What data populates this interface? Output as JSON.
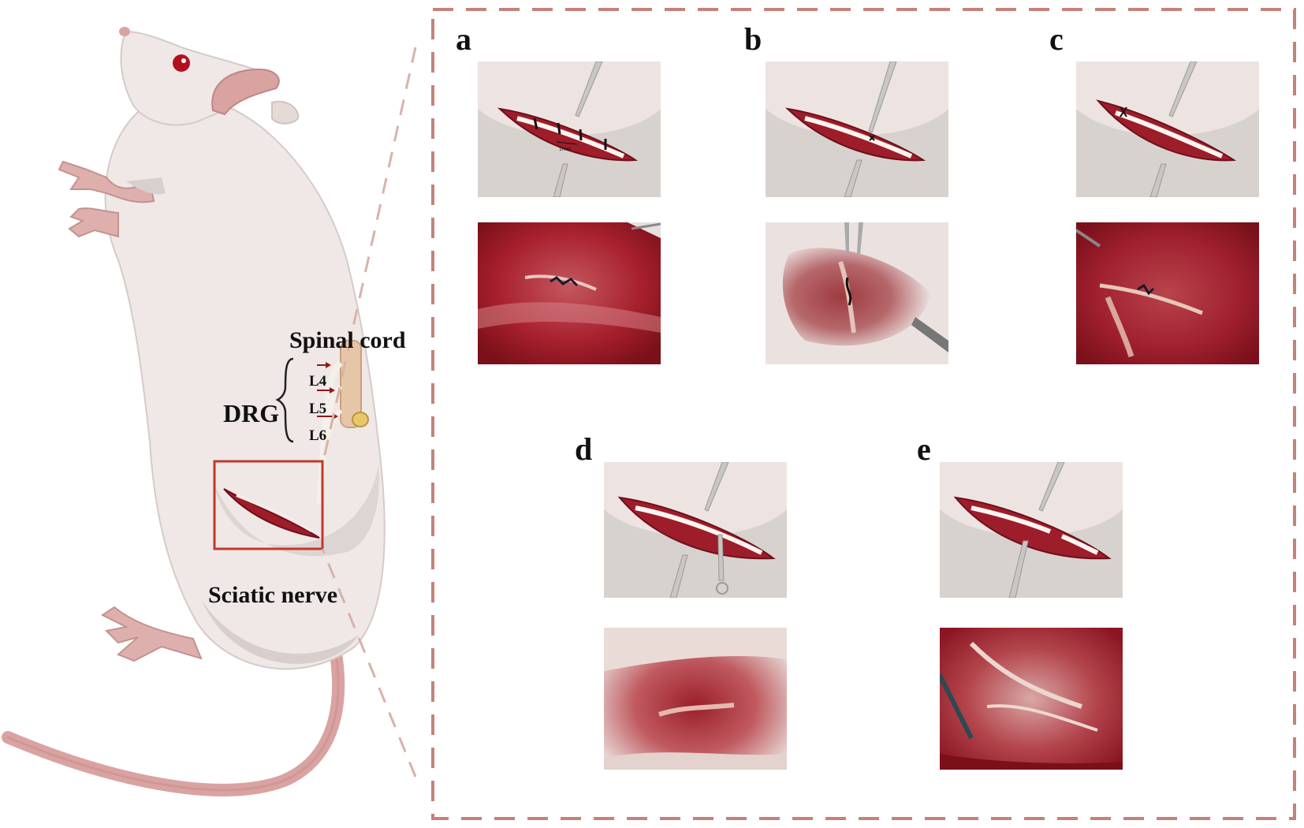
{
  "labels": {
    "spinal_cord": "Spinal cord",
    "drg": "DRG",
    "l4": "L4",
    "l5": "L5",
    "l6": "L6",
    "sciatic_nerve": "Sciatic nerve",
    "scale_bar": "1mm"
  },
  "panels": [
    {
      "id": "a",
      "letter": "a"
    },
    {
      "id": "b",
      "letter": "b"
    },
    {
      "id": "c",
      "letter": "c"
    },
    {
      "id": "d",
      "letter": "d"
    },
    {
      "id": "e",
      "letter": "e"
    }
  ],
  "colors": {
    "frame": "#c4827a",
    "muscle": "#9e1d2b",
    "muscle_dark": "#6e0f1a",
    "skin": "#ede4e1",
    "highlight_box": "#c0392b",
    "rat_body": "#efe8e6",
    "rat_shadow": "#d8d0ce",
    "pink": "#d9a3a2"
  }
}
